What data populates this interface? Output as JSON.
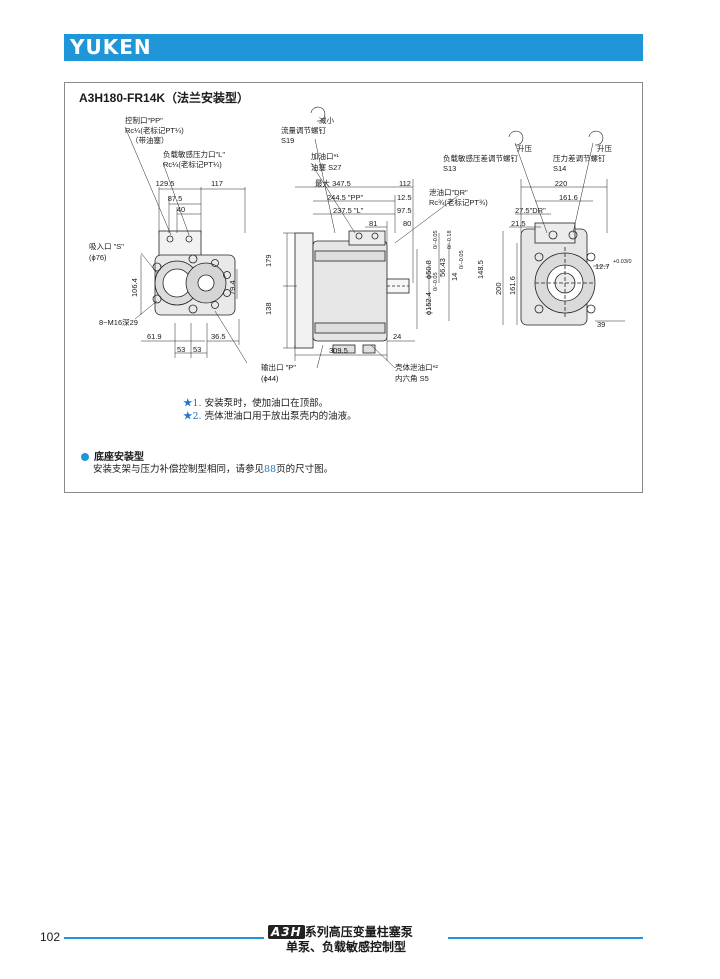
{
  "header": {
    "brand": "YUKEN"
  },
  "figure": {
    "title": "A3H180-FR14K（法兰安装型）",
    "labels": {
      "control_port": "控制口\"PP\"",
      "control_port_thread": "Rc¼(老标记PT¼)",
      "control_port_note": "（带油塞）",
      "load_sense_port": "负载敏感压力口\"L\"",
      "load_sense_thread": "Rc¼(老标记PT¼)",
      "suction_port": "吸入口 \"S\"",
      "suction_dia": "(ϕ76)",
      "bolt_holes": "8−M16深29",
      "outlet_port": "输出口 \"P\"",
      "outlet_dia": "(ϕ44)",
      "flow_screw": "流量调节螺钉",
      "flow_screw_code": "S19",
      "decrease": "减小",
      "fill_port": "加油口*¹",
      "fill_plug": "油塞 S27",
      "drain_port": "泄油口\"DR\"",
      "drain_thread": "Rc¾(老标记PT¾)",
      "case_drain": "壳体泄油口*²",
      "case_drain_hex": "内六角 S5",
      "ls_diff_screw": "负载敏感压差调节螺钉",
      "ls_diff_code": "S13",
      "pressure_screw": "压力差调节螺钉",
      "pressure_code": "S14",
      "raise_1": "升压",
      "raise_2": "升压"
    },
    "dimensions": {
      "d129_5": "129.5",
      "d117": "117",
      "d87_5": "87.5",
      "d40": "40",
      "d106_4": "106.4",
      "d79_4": "79.4",
      "d61_9": "61.9",
      "d53a": "53",
      "d53b": "53",
      "d36_5": "36.5",
      "d179": "179",
      "d138": "138",
      "dmax": "最大 347.5",
      "d112": "112",
      "d244_5": "244.5 \"PP\"",
      "d12_5": "12.5",
      "d237_5": "237.5 \"L\"",
      "d97_5": "97.5",
      "d81": "81",
      "d80": "80",
      "d50_8": "ϕ50.8",
      "d50_8_tol": "0/−0.05",
      "d56_43": "56.43",
      "d56_43_tol": "0/−0.18",
      "d14": "14",
      "d14_tol": "0/−0.05",
      "d148_5": "148.5",
      "d152_4": "ϕ152.4",
      "d152_4_tol": "0/−0.05",
      "d24": "24",
      "d309_5": "309.5",
      "d220": "220",
      "d161_6a": "161.6",
      "d27_5": "27.5\"DR\"",
      "d21_5": "21.5",
      "d12_7": "12.7",
      "d12_7_tol": "+0.03/0",
      "d200": "200",
      "d161_6b": "161.6",
      "d39": "39"
    },
    "notes": [
      {
        "mark": "★1.",
        "text": "安装泵时，使加油口在顶部。"
      },
      {
        "mark": "★2.",
        "text": "壳体泄油口用于放出泵壳内的油液。"
      }
    ],
    "base_mount": {
      "title": "底座安装型",
      "text_before": "安装支架与压力补偿控制型相同，请参见",
      "page_ref": "88",
      "text_after": "页的尺寸图。"
    }
  },
  "footer": {
    "page_number": "102",
    "series_mark": "A3H",
    "series_text": "系列高压变量柱塞泵",
    "subtitle": "单泵、负载敏感控制型"
  }
}
